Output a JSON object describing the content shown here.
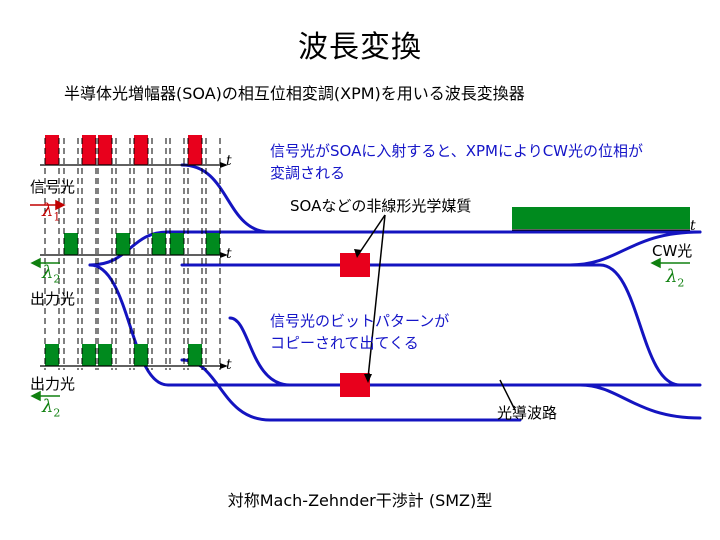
{
  "title": "波長変換",
  "subtitle": "半導体光増幅器(SOA)の相互位相変調(XPM)を用いる波長変換器",
  "labels": {
    "signal_light": "信号光",
    "output_light_1": "出力光",
    "output_light_2": "出力光",
    "cw_light": "CW光",
    "waveguide": "光導波路",
    "nonlinear_medium": "SOAなどの非線形光学媒質",
    "explanation_1_line1": "信号光がSOAに入射すると、XPMによりCW光の位相が",
    "explanation_1_line2": "変調される",
    "explanation_2_line1": "信号光のビットパターンが",
    "explanation_2_line2": "コピーされて出てくる",
    "bottom_caption": "対称Mach-Zehnder干渉計 (SMZ)型"
  },
  "lambda": {
    "lambda1": {
      "symbol": "λ",
      "sub": "1"
    },
    "lambda2_left": {
      "symbol": "λ",
      "sub": "2"
    },
    "lambda2_right": {
      "symbol": "λ",
      "sub": "2"
    },
    "lambda2_bottom": {
      "symbol": "λ",
      "sub": "2"
    }
  },
  "time_axis_label": "t",
  "colors": {
    "signal_red": "#e8001c",
    "output_green": "#008a1e",
    "waveguide_blue": "#1414c0",
    "lambda1_color": "#c00000",
    "lambda2_color": "#108010"
  },
  "bit_patterns": {
    "signal": [
      1,
      0,
      1,
      1,
      0,
      1,
      0,
      0,
      1,
      0
    ],
    "output_inverted": [
      0,
      1,
      0,
      0,
      1,
      0,
      1,
      1,
      0,
      1
    ],
    "output_copy": [
      1,
      0,
      1,
      1,
      0,
      1,
      0,
      0,
      1,
      0
    ]
  }
}
